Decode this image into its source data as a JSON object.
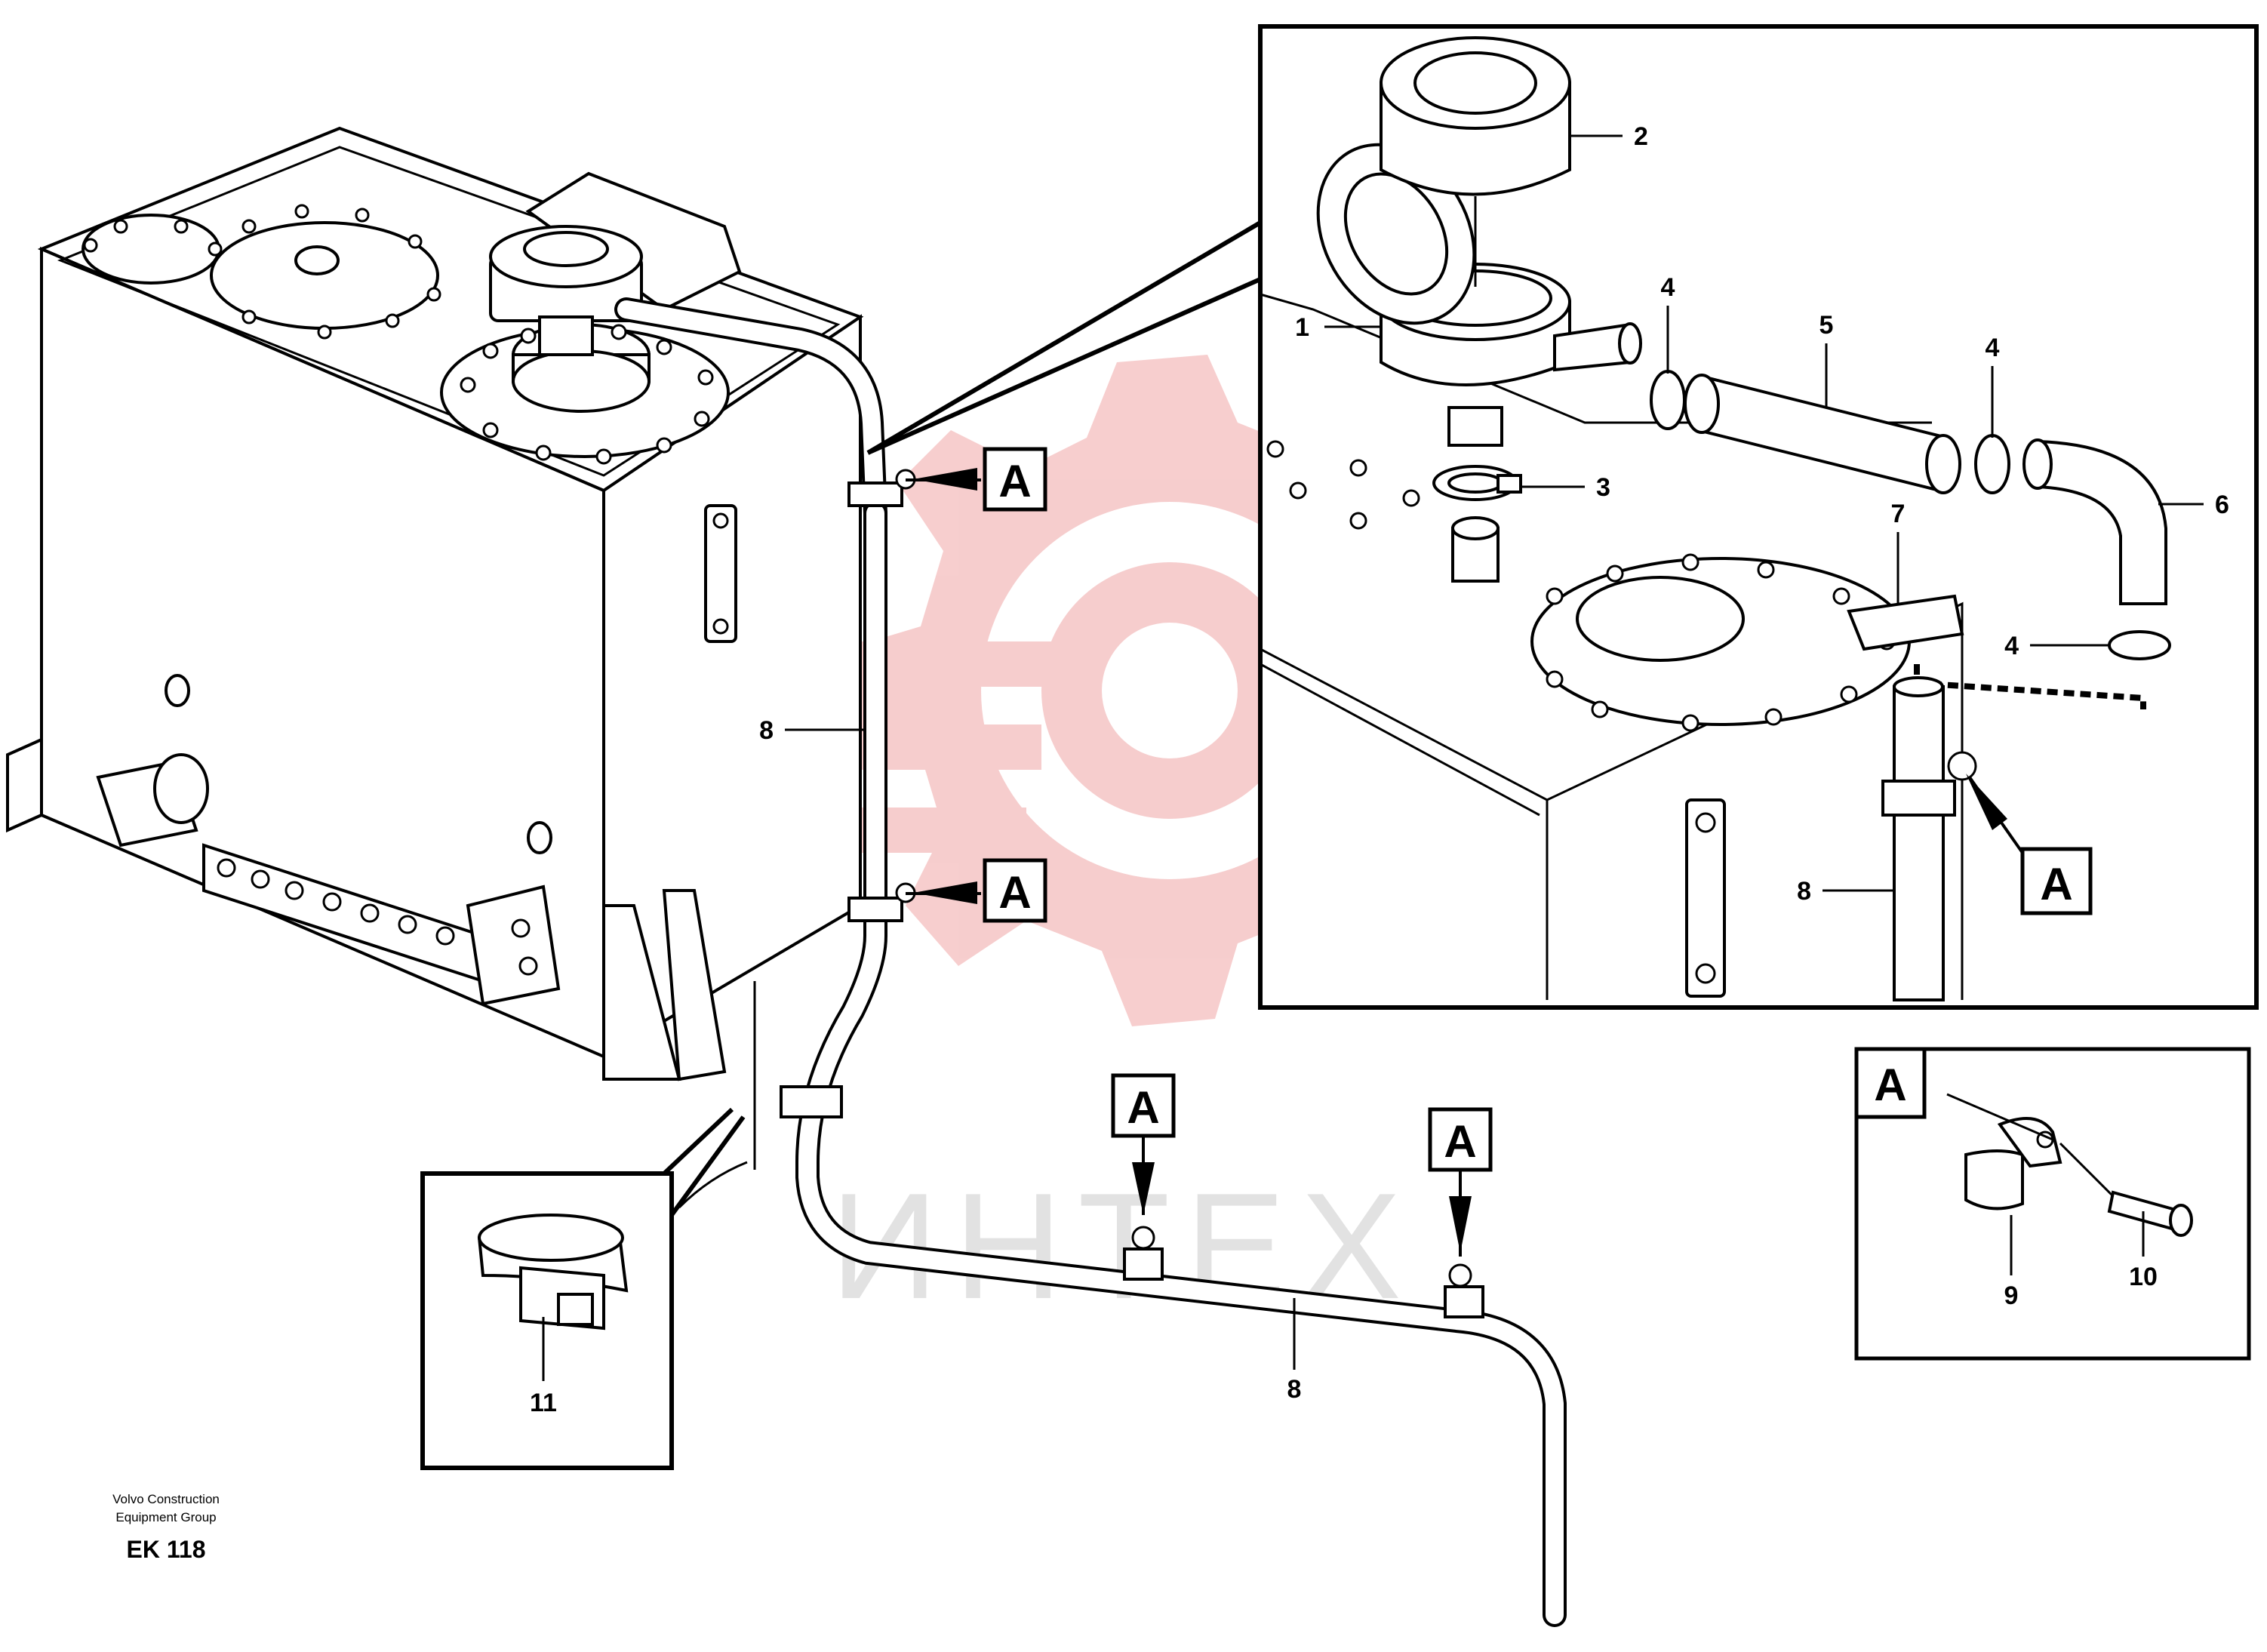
{
  "watermark": {
    "text": "ИНТЕХ",
    "color": "#e8a0a0"
  },
  "footer": {
    "company_line1": "Volvo Construction",
    "company_line2": "Equipment Group",
    "code": "EK 118"
  },
  "clamp_ref_label": "A",
  "callouts": {
    "n1": "1",
    "n2": "2",
    "n3": "3",
    "n4": "4",
    "n5": "5",
    "n6": "6",
    "n7": "7",
    "n8": "8",
    "n9": "9",
    "n10": "10",
    "n11": "11"
  }
}
